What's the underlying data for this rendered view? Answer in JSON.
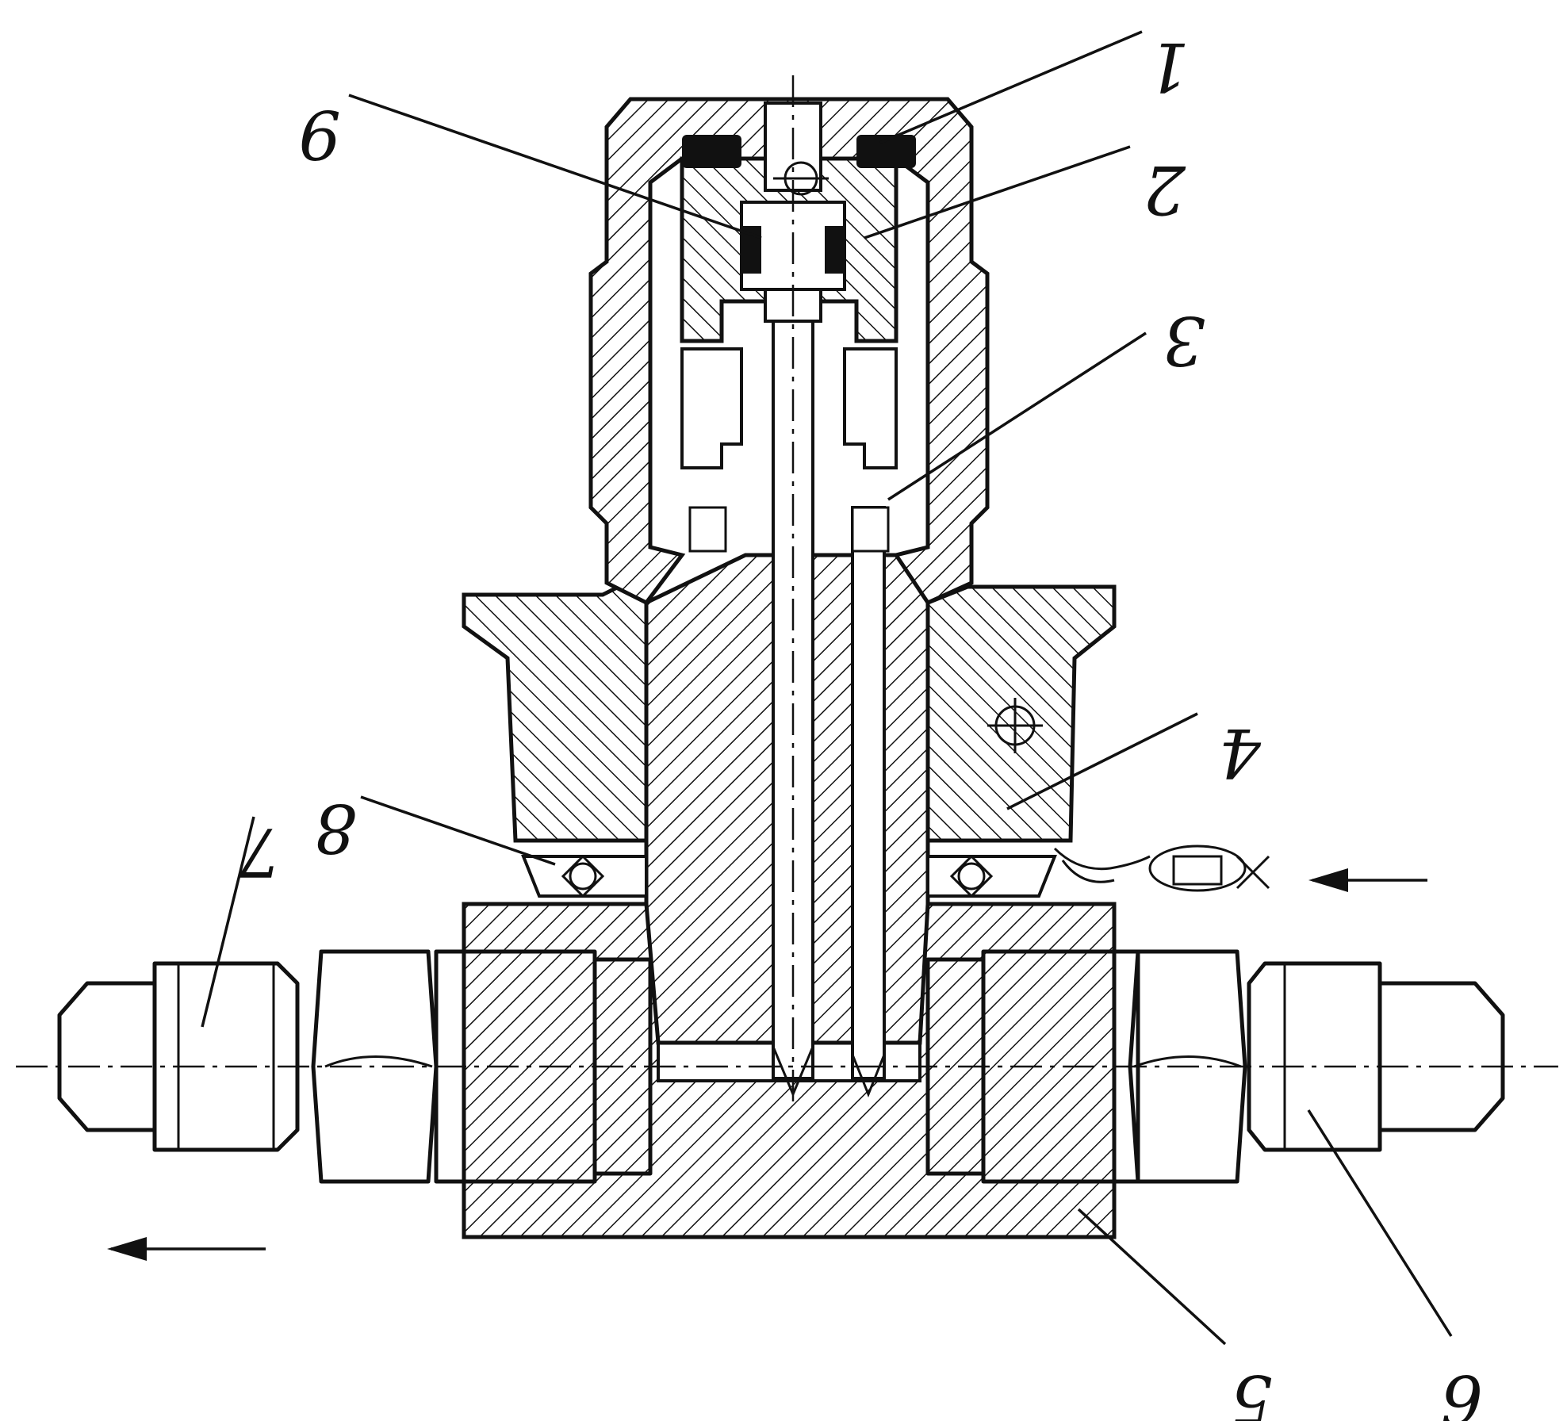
{
  "figure": {
    "callouts": [
      {
        "id": "1",
        "text": "1"
      },
      {
        "id": "2",
        "text": "2"
      },
      {
        "id": "3",
        "text": "3"
      },
      {
        "id": "4",
        "text": "4"
      },
      {
        "id": "5",
        "text": "5"
      },
      {
        "id": "6",
        "text": "6"
      },
      {
        "id": "7",
        "text": "7"
      },
      {
        "id": "8",
        "text": "8"
      },
      {
        "id": "9",
        "text": "9"
      }
    ],
    "flow_arrows": [
      {
        "id": "inlet",
        "direction": "left"
      },
      {
        "id": "outlet",
        "direction": "left"
      }
    ]
  }
}
